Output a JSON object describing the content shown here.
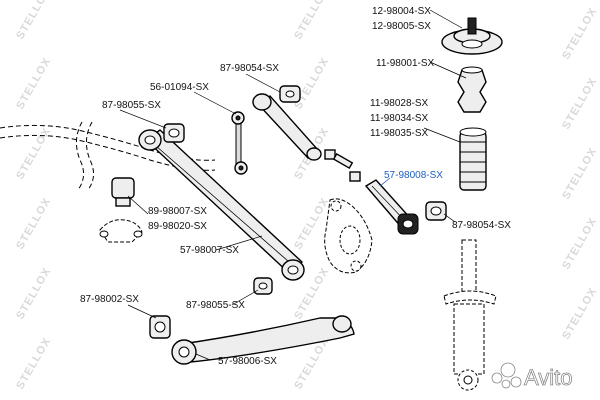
{
  "watermark": {
    "text": "STELLOX"
  },
  "overlay": {
    "avito_text": "Avito"
  },
  "labels": {
    "top_mount_a": "12-98004-SX",
    "top_mount_b": "12-98005-SX",
    "bump_stop": "11-98001-SX",
    "boot_a": "11-98028-SX",
    "boot_b": "11-98034-SX",
    "boot_c": "11-98035-SX",
    "toe_link": "57-98008-SX",
    "bushing_right": "87-98054-SX",
    "bushing_upper": "87-98054-SX",
    "stab_link": "56-01094-SX",
    "bushing_left": "87-98055-SX",
    "stab_bushing_a": "89-98007-SX",
    "stab_bushing_b": "89-98020-SX",
    "upper_arm": "57-98007-SX",
    "bushing_lower": "87-98055-SX",
    "bushing_bottom_left": "87-98002-SX",
    "lower_arm": "57-98006-SX"
  },
  "colors": {
    "highlight": "#1f5fbf",
    "ink": "#111111",
    "watermark": "#d9d9d9"
  }
}
